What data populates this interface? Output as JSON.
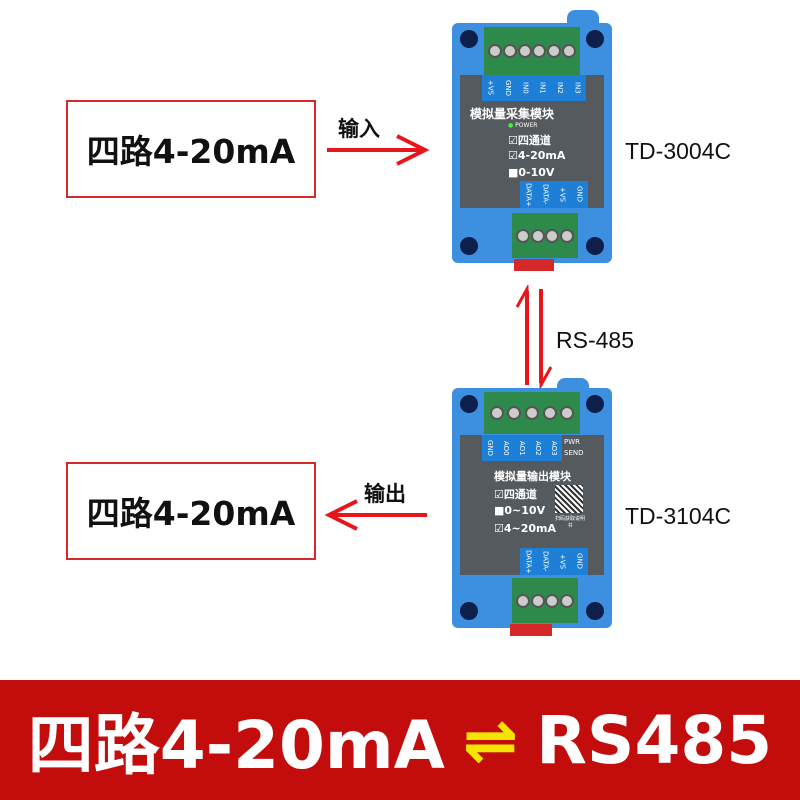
{
  "input_box": {
    "text": "四路4-20mA"
  },
  "output_box": {
    "text": "四路4-20mA"
  },
  "input_arrow_label": "输入",
  "output_arrow_label": "输出",
  "bus_label": "RS-485",
  "module_top": {
    "model": "TD-3004C",
    "title": "模拟量采集模块",
    "power": "POWER",
    "options": [
      {
        "label": "四通道",
        "checked": true
      },
      {
        "label": "4-20mA",
        "checked": true
      },
      {
        "label": "0-10V",
        "checked": false
      }
    ],
    "top_pins": [
      "+VS",
      "GND",
      "IN0",
      "IN1",
      "IN2",
      "IN3"
    ],
    "bottom_pins": [
      "DATA+",
      "DATA-",
      "+VS",
      "GND"
    ]
  },
  "module_bottom": {
    "model": "TD-3104C",
    "title": "模拟量输出模块",
    "leds": [
      "PWR",
      "SEND"
    ],
    "options": [
      {
        "label": "四通道",
        "checked": true
      },
      {
        "label": "0~10V",
        "checked": false
      },
      {
        "label": "4~20mA",
        "checked": true
      }
    ],
    "qr_caption": "扫码获取说明书",
    "top_pins": [
      "GND",
      "AO0",
      "AO1",
      "AO2",
      "AO3"
    ],
    "bottom_pins": [
      "DATA+",
      "DATA-",
      "+VS",
      "GND"
    ]
  },
  "banner": {
    "left": "四路4-20mA",
    "symbol": "⇌",
    "right": "RS485"
  },
  "colors": {
    "arrow": "#e8161b",
    "banner": "#c30d0d",
    "case": "#3d8fe0",
    "symbol": "#f5e400"
  }
}
